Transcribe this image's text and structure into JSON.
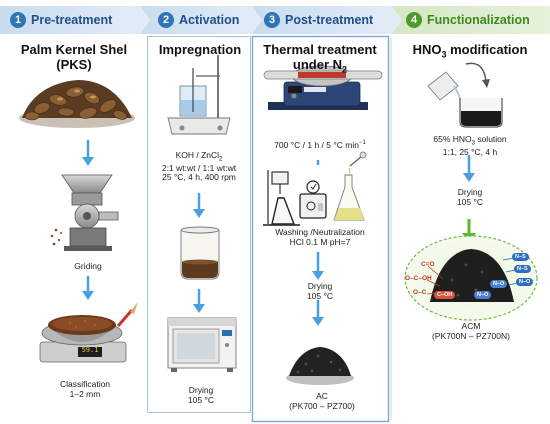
{
  "steps": [
    {
      "number": "1",
      "title": "Pre-treatment"
    },
    {
      "number": "2",
      "title": "Activation"
    },
    {
      "number": "3",
      "title": "Post-treatment"
    },
    {
      "number": "4",
      "title": "Functionalization"
    }
  ],
  "pretreatment": {
    "heading_line1": "Palm Kernel Shel",
    "heading_line2": "(PKS)",
    "grinding_label": "Griding",
    "scale_reading": "59.1",
    "classification_line1": "Classification",
    "classification_line2": "1–2 mm"
  },
  "activation": {
    "heading": "Impregnation",
    "conditions_line1": "KOH / ZnCl",
    "conditions_line1_sub": "2",
    "conditions_line2": "2:1 wt:wt  / 1:1 wt:wt",
    "conditions_line3": "25 °C, 4 h, 400 rpm",
    "drying_label": "Drying",
    "drying_temp": "105 °C"
  },
  "posttreatment": {
    "heading_line1": "Thermal treatment",
    "heading_line2": "under N",
    "heading_line2_sub": "2",
    "conditions": "700 °C / 1 h / 5 °C min",
    "conditions_sup": "−1",
    "washing_line1": "Washing /Neutralization",
    "washing_line2": "HCl 0.1 M pH=7",
    "drying_label": "Drying",
    "drying_temp": "105 °C",
    "product_line1": "AC",
    "product_line2": "(PK700 – PZ700)"
  },
  "functionalization": {
    "heading_pre": "HNO",
    "heading_sub": "3",
    "heading_post": " modification",
    "solution_pre": "65% HNO",
    "solution_sub": "3",
    "solution_post": " solution",
    "solution_conditions": "1:1, 25 °C, 4 h",
    "drying_label": "Drying",
    "drying_temp": "105 °C",
    "product_line1": "ACM",
    "product_line2": "(PK700N – PZ700N)",
    "groups_left": [
      "C=O",
      "O–C–OH",
      "O–C"
    ],
    "pill_labels": [
      "C–OH",
      "N–O",
      "N–O"
    ],
    "tags_right": [
      "N–S",
      "N–S",
      "N–O"
    ]
  },
  "colors": {
    "step1": "#2f75b5",
    "step2": "#2f75b5",
    "step3": "#2f75b5",
    "step4": "#4e9a2a",
    "arrow": "#4a9fe0",
    "green_arrow": "#5cb82d"
  }
}
